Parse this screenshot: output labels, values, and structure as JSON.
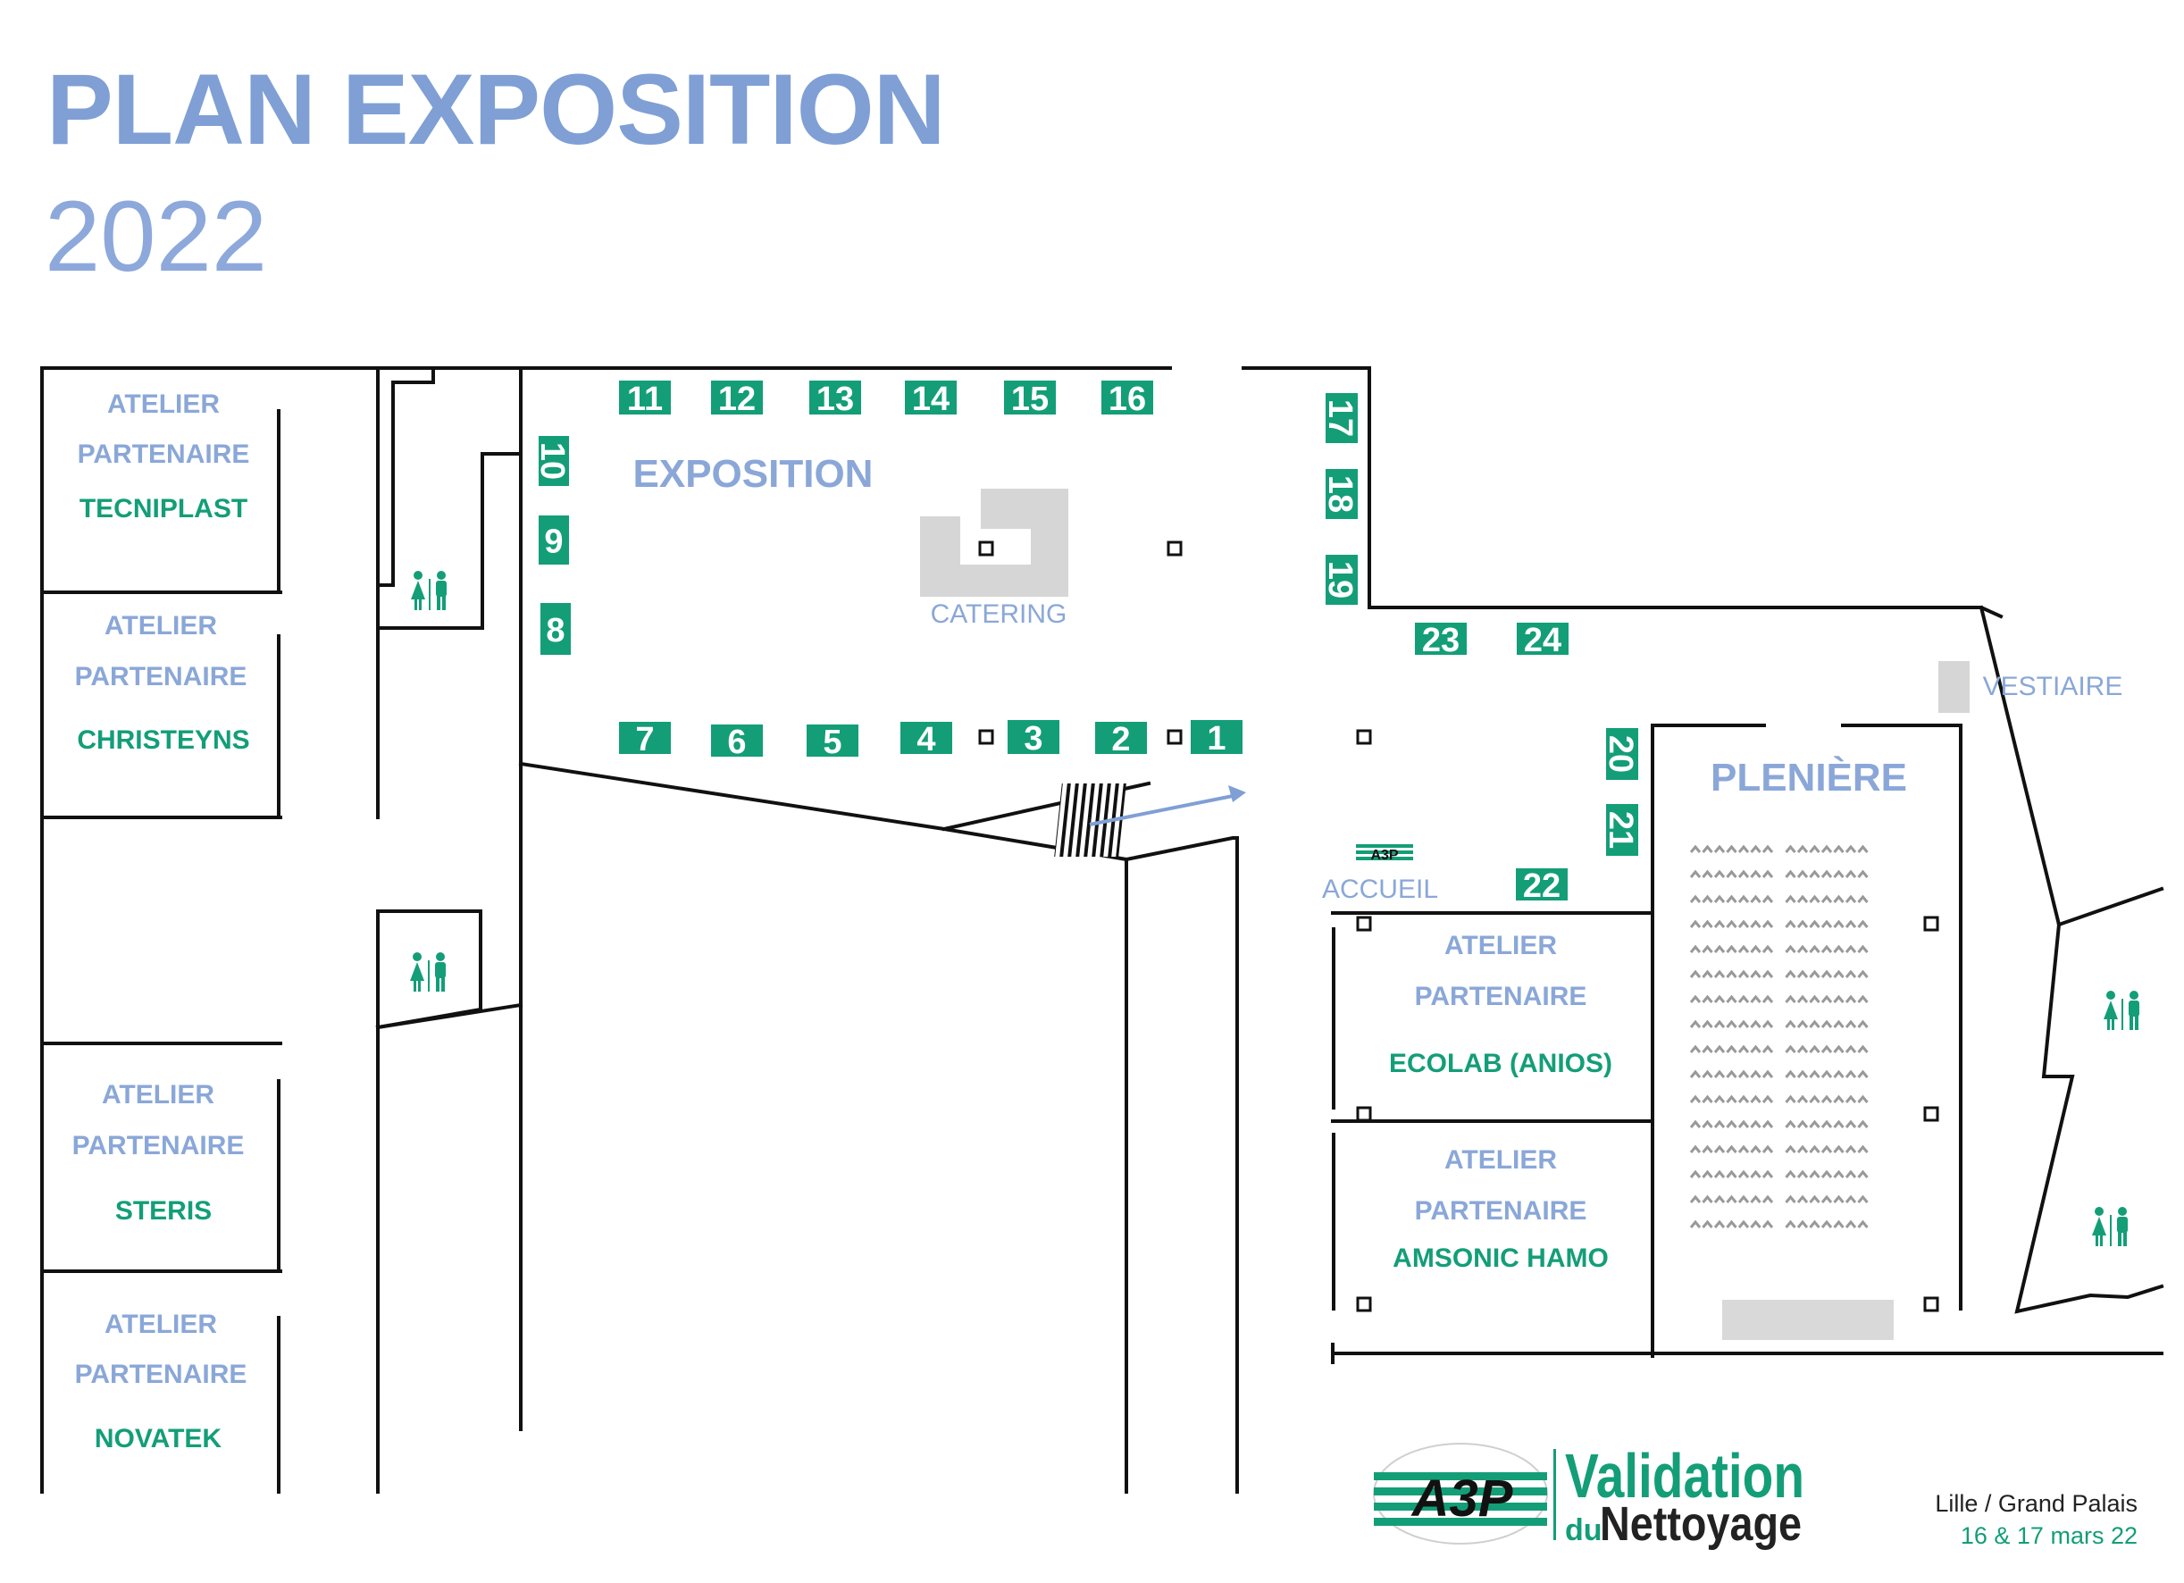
{
  "header": {
    "title": "PLAN EXPOSITION",
    "year": "2022"
  },
  "colors": {
    "title_blue": "#7f9fd5",
    "booth_green": "#139e78",
    "label_blue": "#8aa7d8",
    "wall": "#111111",
    "furniture_grey": "#d6d6d6"
  },
  "zones": {
    "exposition": "EXPOSITION",
    "catering": "CATERING",
    "vestiaire": "VESTIAIRE",
    "pleniere": "PLENIÈRE",
    "accueil": "ACCUEIL"
  },
  "ateliers": [
    {
      "line1": "ATELIER",
      "line2": "PARTENAIRE",
      "partner": "TECNIPLAST"
    },
    {
      "line1": "ATELIER",
      "line2": "PARTENAIRE",
      "partner": "CHRISTEYNS"
    },
    {
      "line1": "ATELIER",
      "line2": "PARTENAIRE",
      "partner": "STERIS"
    },
    {
      "line1": "ATELIER",
      "line2": "PARTENAIRE",
      "partner": "NOVATEK"
    },
    {
      "line1": "ATELIER",
      "line2": "PARTENAIRE",
      "partner": "ECOLAB (ANIOS)"
    },
    {
      "line1": "ATELIER",
      "line2": "PARTENAIRE",
      "partner": "AMSONIC HAMO"
    }
  ],
  "booths": [
    "1",
    "2",
    "3",
    "4",
    "5",
    "6",
    "7",
    "8",
    "9",
    "10",
    "11",
    "12",
    "13",
    "14",
    "15",
    "16",
    "17",
    "18",
    "19",
    "20",
    "21",
    "22",
    "23",
    "24"
  ],
  "restroom_icon": "restroom-icon",
  "logo": {
    "emblem": "A3P",
    "line1": "Validation",
    "line2_small": "du",
    "line2": "Nettoyage"
  },
  "venue": {
    "place": "Lille / Grand Palais",
    "dates": "16 & 17 mars 22"
  }
}
